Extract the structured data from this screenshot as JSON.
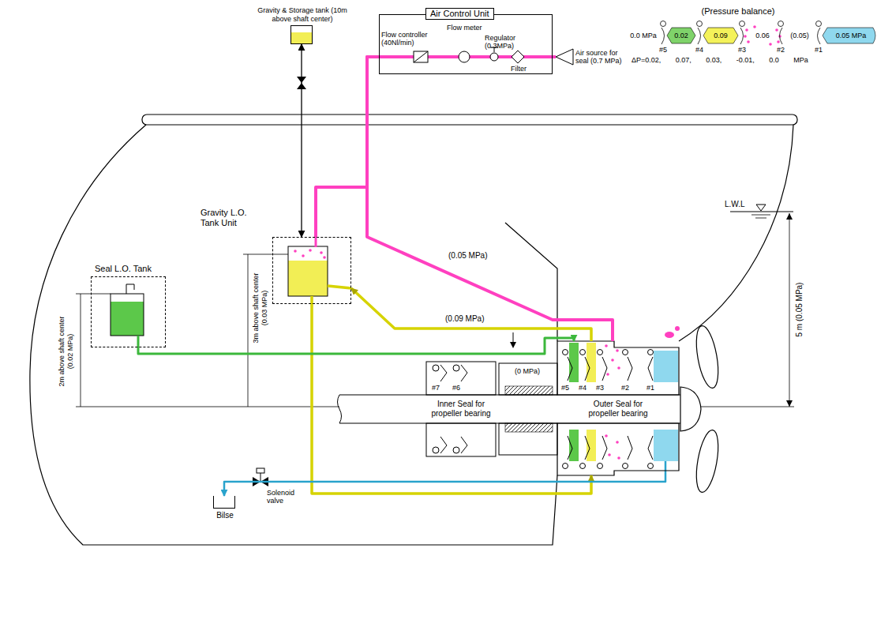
{
  "diagram": {
    "nodes": [
      {
        "text": [
          "Gravity & Storage tank (10m above shaft center)"
        ]
      },
      {
        "text": [
          "Air Control Unit"
        ]
      },
      {
        "text": [
          "Gravity L.O. Tank Unit"
        ]
      },
      {
        "text": [
          "Seal L.O. Tank"
        ]
      },
      {
        "text": [
          "Inner Seal for propeller bearing"
        ]
      },
      {
        "text": [
          "Outer Seal for propeller bearing"
        ]
      },
      {
        "text": [
          "Bilse"
        ]
      }
    ],
    "edges": [
      {
        "from": 0,
        "to": 2,
        "arrow": "both"
      },
      {
        "from": 1,
        "to": 2,
        "arrow": "none"
      },
      {
        "from": 1,
        "to": 5,
        "label": "(0.05 MPa)",
        "arrow": "none"
      },
      {
        "from": 5,
        "to": 2,
        "label": "(0.09 MPa)",
        "arrow": "to"
      },
      {
        "from": 2,
        "to": 5,
        "arrow": "to"
      },
      {
        "from": 3,
        "to": 5,
        "arrow": "to"
      },
      {
        "from": 5,
        "to": 6,
        "arrow": "to"
      }
    ],
    "labels": [
      "Flow controller (40Nl/min)",
      "Flow meter",
      "Regulator (0.3MPa)",
      "Filter",
      "Air source for seal (0.7 MPa)",
      "(Pressure balance)",
      "0.0 MPa",
      "0.02",
      "0.09",
      "0.06",
      "(0.05)",
      "0.05 MPa",
      "#5",
      "#4",
      "#3",
      "#2",
      "#1",
      "ΔP=0.02, 0.07, 0.03, -0.01, 0.0 MPa",
      "3m above shaft center (0.03 MPa)",
      "2m above shaft center (0.02 MPa)",
      "L.W.L",
      "5 m (0.05 MPa)",
      "(0 MPa)",
      "#7",
      "#6",
      "#5",
      "#4",
      "#3",
      "#2",
      "#1",
      "Solenoid valve"
    ]
  }
}
